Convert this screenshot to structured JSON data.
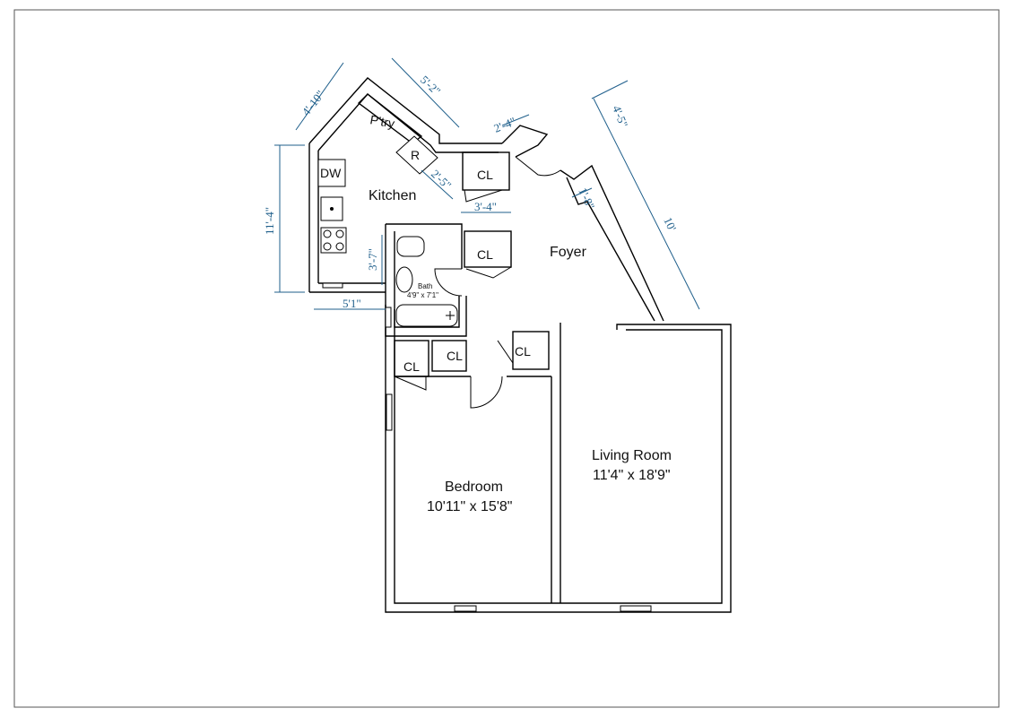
{
  "rooms": {
    "kitchen": "Kitchen",
    "foyer": "Foyer",
    "bedroom_name": "Bedroom",
    "bedroom_size": "10'11\" x 15'8\"",
    "living_name": "Living Room",
    "living_size": "11'4\" x 18'9\"",
    "bath_name": "Bath",
    "bath_size": "4'9\" x 7'1\""
  },
  "fixtures": {
    "pantry": "P'try",
    "refrigerator": "R",
    "dishwasher": "DW",
    "closet": "CL"
  },
  "dimensions": {
    "kitchen_top_left": "4'-10\"",
    "kitchen_top_right": "5'-2\"",
    "kitchen_left": "11'-4\"",
    "kitchen_bottom": "5'1\"",
    "fridge_depth": "2'-5\"",
    "closet_width": "3'-4\"",
    "foyer_small": "2'-4\"",
    "foyer_top": "4'-5\"",
    "foyer_side": "10'",
    "foyer_jog": "1'-8\"",
    "bath_depth": "3'-7\""
  },
  "colors": {
    "dimension": "#1f5f8b",
    "wall": "#000000"
  }
}
